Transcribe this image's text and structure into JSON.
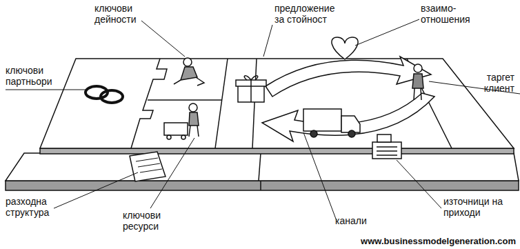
{
  "diagram": {
    "labels": [
      "ключови дейности",
      "предложение за стойност",
      "взаимо- отношения",
      "ключови партньори",
      "таргет клиент",
      "разходна структура",
      "ключови ресурси",
      "канали",
      "източници на приходи",
      "www.businessmodelgeneration.com"
    ]
  }
}
